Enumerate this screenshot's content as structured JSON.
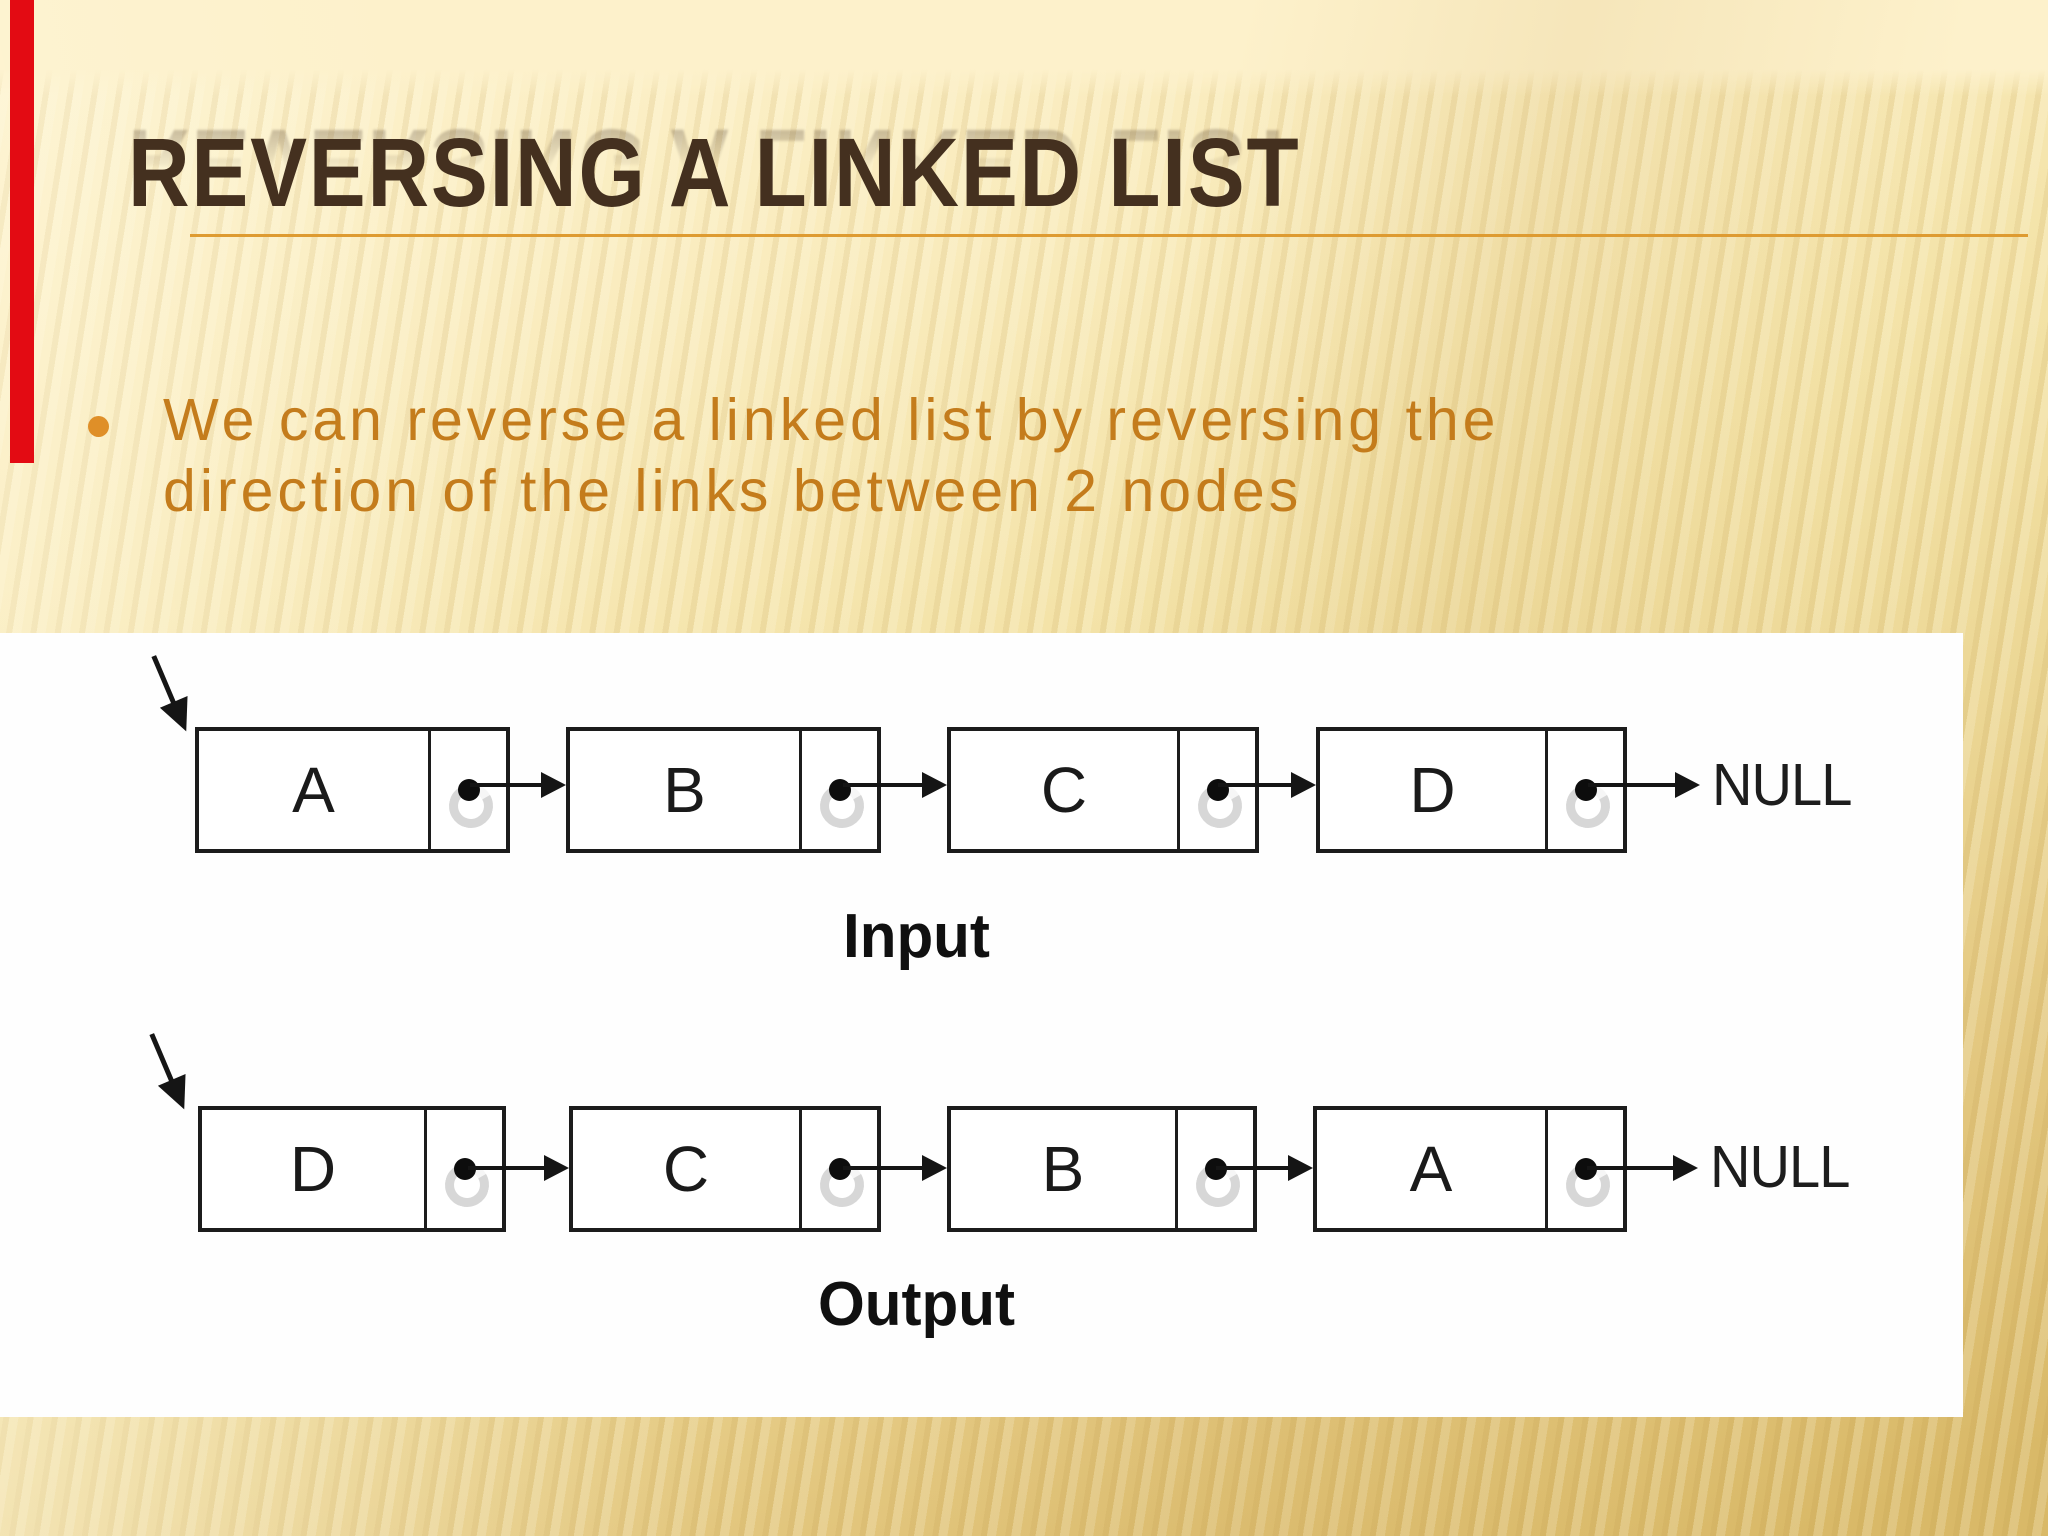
{
  "slide": {
    "title": "REVERSING A LINKED LIST",
    "bullet": {
      "lines": [
        "We can reverse a linked list by reversing the",
        "direction of the links between 2 nodes"
      ]
    }
  },
  "diagram": {
    "input": {
      "label": "Input",
      "nodes": [
        "A",
        "B",
        "C",
        "D"
      ],
      "terminator": "NULL"
    },
    "output": {
      "label": "Output",
      "nodes": [
        "D",
        "C",
        "B",
        "A"
      ],
      "terminator": "NULL"
    }
  },
  "colors": {
    "title_brown": "#44301f",
    "underline_orange": "#de9b31",
    "bullet_text_orange": "#c47c1c",
    "bullet_dot_orange": "#df8f28",
    "red_accent_bar": "#e30b13",
    "background_cream": "#fdf2cd",
    "background_gold": "#d9b968",
    "panel_white": "#fefefe",
    "diagram_ink": "#1c1c1c"
  }
}
